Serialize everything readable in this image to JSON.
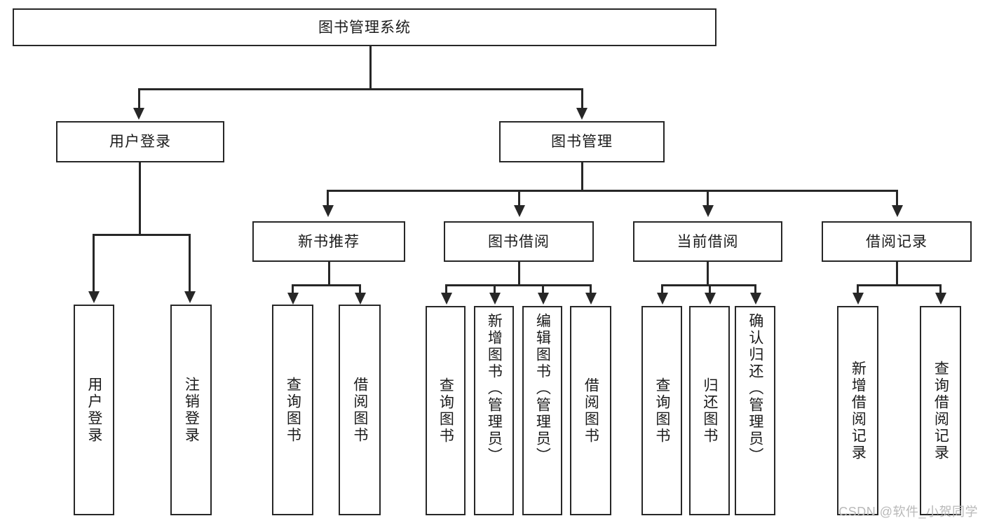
{
  "diagram": {
    "type": "tree-hierarchy",
    "root": {
      "label": "图书管理系统"
    },
    "level2": [
      {
        "label": "用户登录"
      },
      {
        "label": "图书管理"
      }
    ],
    "level3": [
      {
        "label": "新书推荐"
      },
      {
        "label": "图书借阅"
      },
      {
        "label": "当前借阅"
      },
      {
        "label": "借阅记录"
      }
    ],
    "leaves": {
      "user_login": [
        {
          "label": "用户登录"
        },
        {
          "label": "注销登录"
        }
      ],
      "new_book_recommend": [
        {
          "label": "查询图书"
        },
        {
          "label": "借阅图书"
        }
      ],
      "book_borrow": [
        {
          "label": "查询图书"
        },
        {
          "label": "新增图书（管理员）"
        },
        {
          "label": "编辑图书（管理员）"
        },
        {
          "label": "借阅图书"
        }
      ],
      "current_borrow": [
        {
          "label": "查询图书"
        },
        {
          "label": "归还图书"
        },
        {
          "label": "确认归还（管理员）"
        }
      ],
      "borrow_record": [
        {
          "label": "新增借阅记录"
        },
        {
          "label": "查询借阅记录"
        }
      ]
    }
  },
  "watermark": {
    "text": "CSDN @软件_小贺同学"
  },
  "colors": {
    "stroke": "#272727",
    "text": "#1b1b1b",
    "background": "#ffffff",
    "watermark": "#b9b9b9"
  }
}
